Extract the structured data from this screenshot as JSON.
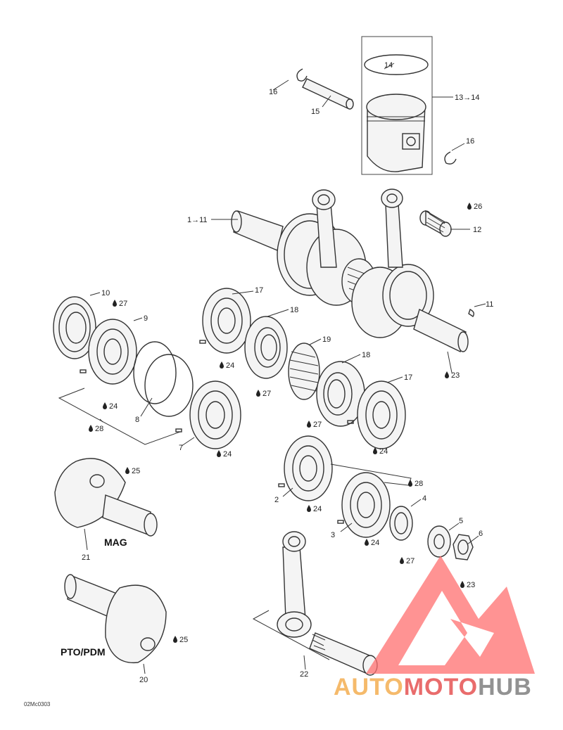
{
  "callouts": [
    {
      "id": "c-1-11",
      "text": "1→11"
    },
    {
      "id": "c-2",
      "text": "2"
    },
    {
      "id": "c-3",
      "text": "3"
    },
    {
      "id": "c-4",
      "text": "4"
    },
    {
      "id": "c-5",
      "text": "5"
    },
    {
      "id": "c-6",
      "text": "6"
    },
    {
      "id": "c-7",
      "text": "7"
    },
    {
      "id": "c-8",
      "text": "8"
    },
    {
      "id": "c-9",
      "text": "9"
    },
    {
      "id": "c-10",
      "text": "10"
    },
    {
      "id": "c-11",
      "text": "11"
    },
    {
      "id": "c-12",
      "text": "12"
    },
    {
      "id": "c-13-14",
      "text": "13→14"
    },
    {
      "id": "c-14",
      "text": "14"
    },
    {
      "id": "c-15",
      "text": "15"
    },
    {
      "id": "c-16a",
      "text": "16"
    },
    {
      "id": "c-16b",
      "text": "16"
    },
    {
      "id": "c-17a",
      "text": "17"
    },
    {
      "id": "c-17b",
      "text": "17"
    },
    {
      "id": "c-18a",
      "text": "18"
    },
    {
      "id": "c-18b",
      "text": "18"
    },
    {
      "id": "c-19",
      "text": "19"
    },
    {
      "id": "c-20",
      "text": "20"
    },
    {
      "id": "c-21",
      "text": "21"
    },
    {
      "id": "c-22",
      "text": "22"
    }
  ],
  "lube_callouts": [
    {
      "id": "l-26",
      "text": "26"
    },
    {
      "id": "l-27a",
      "text": "27"
    },
    {
      "id": "l-24a",
      "text": "24"
    },
    {
      "id": "l-28a",
      "text": "28"
    },
    {
      "id": "l-24b",
      "text": "24"
    },
    {
      "id": "l-27b",
      "text": "27"
    },
    {
      "id": "l-27c",
      "text": "27"
    },
    {
      "id": "l-24c",
      "text": "24"
    },
    {
      "id": "l-24d",
      "text": "24"
    },
    {
      "id": "l-23a",
      "text": "23"
    },
    {
      "id": "l-25a",
      "text": "25"
    },
    {
      "id": "l-28b",
      "text": "28"
    },
    {
      "id": "l-24e",
      "text": "24"
    },
    {
      "id": "l-24f",
      "text": "24"
    },
    {
      "id": "l-27d",
      "text": "27"
    },
    {
      "id": "l-23b",
      "text": "23"
    },
    {
      "id": "l-25b",
      "text": "25"
    }
  ],
  "labels": {
    "mag": "MAG",
    "pto": "PTO/PDM",
    "code": "02Mc0303"
  },
  "watermark": {
    "auto": "AUTO",
    "moto": "MOTO",
    "hub": "HUB",
    "color_red": "#e23b3b",
    "color_orange": "#f2a33a",
    "color_gray": "#6e6e6e"
  }
}
